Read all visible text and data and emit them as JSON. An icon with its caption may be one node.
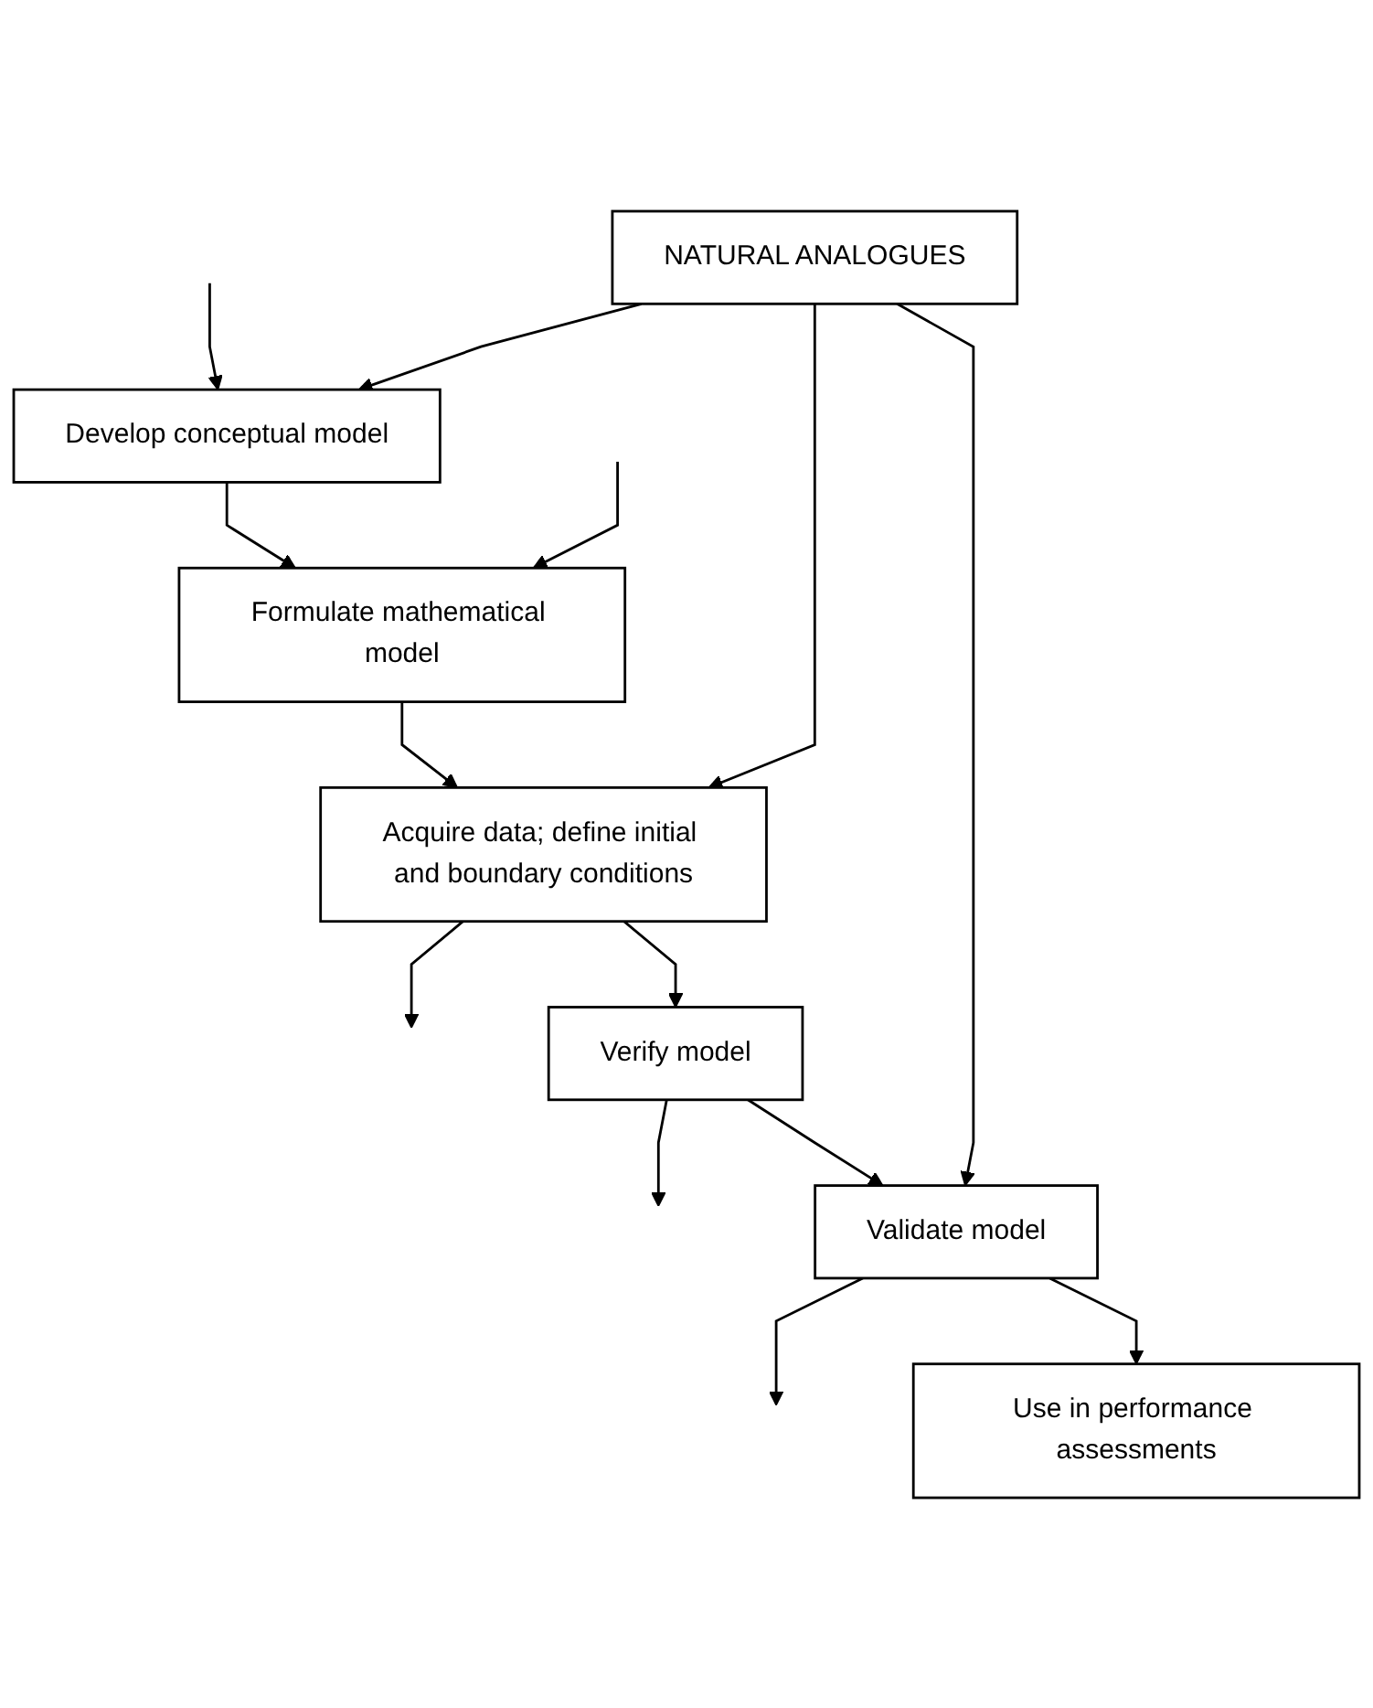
{
  "diagram": {
    "nodes": [
      {
        "text": [
          "NATURAL ANALOGUES"
        ]
      },
      {
        "text": [
          "Develop conceptual model"
        ]
      },
      {
        "text": [
          "Formulate mathematical model"
        ]
      },
      {
        "text": [
          "Acquire data; define initial and boundary conditions"
        ]
      },
      {
        "text": [
          "Verify model"
        ]
      },
      {
        "text": [
          "Validate model"
        ]
      },
      {
        "text": [
          "Use in performance assessments"
        ]
      }
    ],
    "edges": [
      {
        "from": 0,
        "to": 1,
        "arrow": "to"
      },
      {
        "from": 1,
        "to": 2,
        "arrow": "to"
      },
      {
        "from": null,
        "to": 1,
        "arrow": "to"
      },
      {
        "from": null,
        "to": 2,
        "arrow": "to"
      },
      {
        "from": 2,
        "to": 3,
        "arrow": "to"
      },
      {
        "from": 0,
        "to": 3,
        "arrow": "to"
      },
      {
        "from": 3,
        "to": null,
        "arrow": "to"
      },
      {
        "from": 3,
        "to": 4,
        "arrow": "to"
      },
      {
        "from": 4,
        "to": null,
        "arrow": "to"
      },
      {
        "from": 4,
        "to": 5,
        "arrow": "to"
      },
      {
        "from": 0,
        "to": 5,
        "arrow": "to"
      },
      {
        "from": 5,
        "to": null,
        "arrow": "to"
      },
      {
        "from": 5,
        "to": 6,
        "arrow": "to"
      }
    ]
  }
}
